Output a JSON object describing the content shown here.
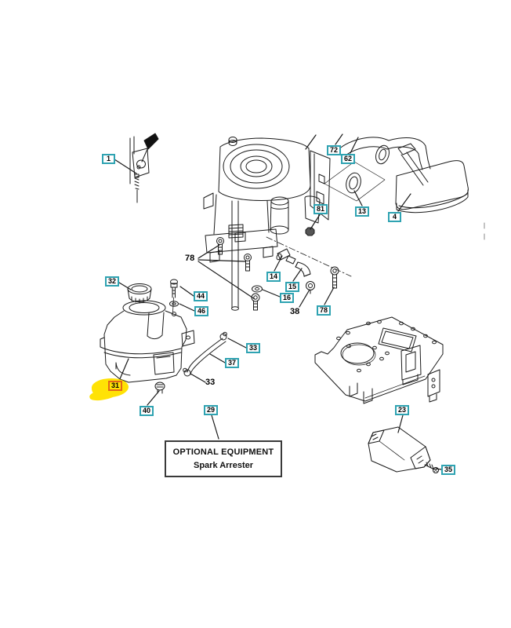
{
  "colors": {
    "callout_teal": "#2fa3b2",
    "highlight_yellow": "#ffe205",
    "highlight_border": "#e56717",
    "line_art": "#1a1a1a"
  },
  "callouts": {
    "c1": "1",
    "c72": "72",
    "c62": "62",
    "c81": "81",
    "c13": "13",
    "c4": "4",
    "c14": "14",
    "c15": "15",
    "c16": "16",
    "c78": "78",
    "c32": "32",
    "c44": "44",
    "c46": "46",
    "c33": "33",
    "c37": "37",
    "c40": "40",
    "c29": "29",
    "c23": "23",
    "c35": "35",
    "c31": "31"
  },
  "plain_labels": {
    "p78": "78",
    "p38": "38",
    "p33": "33"
  },
  "optional_box": {
    "line1": "OPTIONAL EQUIPMENT",
    "line2": "Spark Arrester"
  }
}
